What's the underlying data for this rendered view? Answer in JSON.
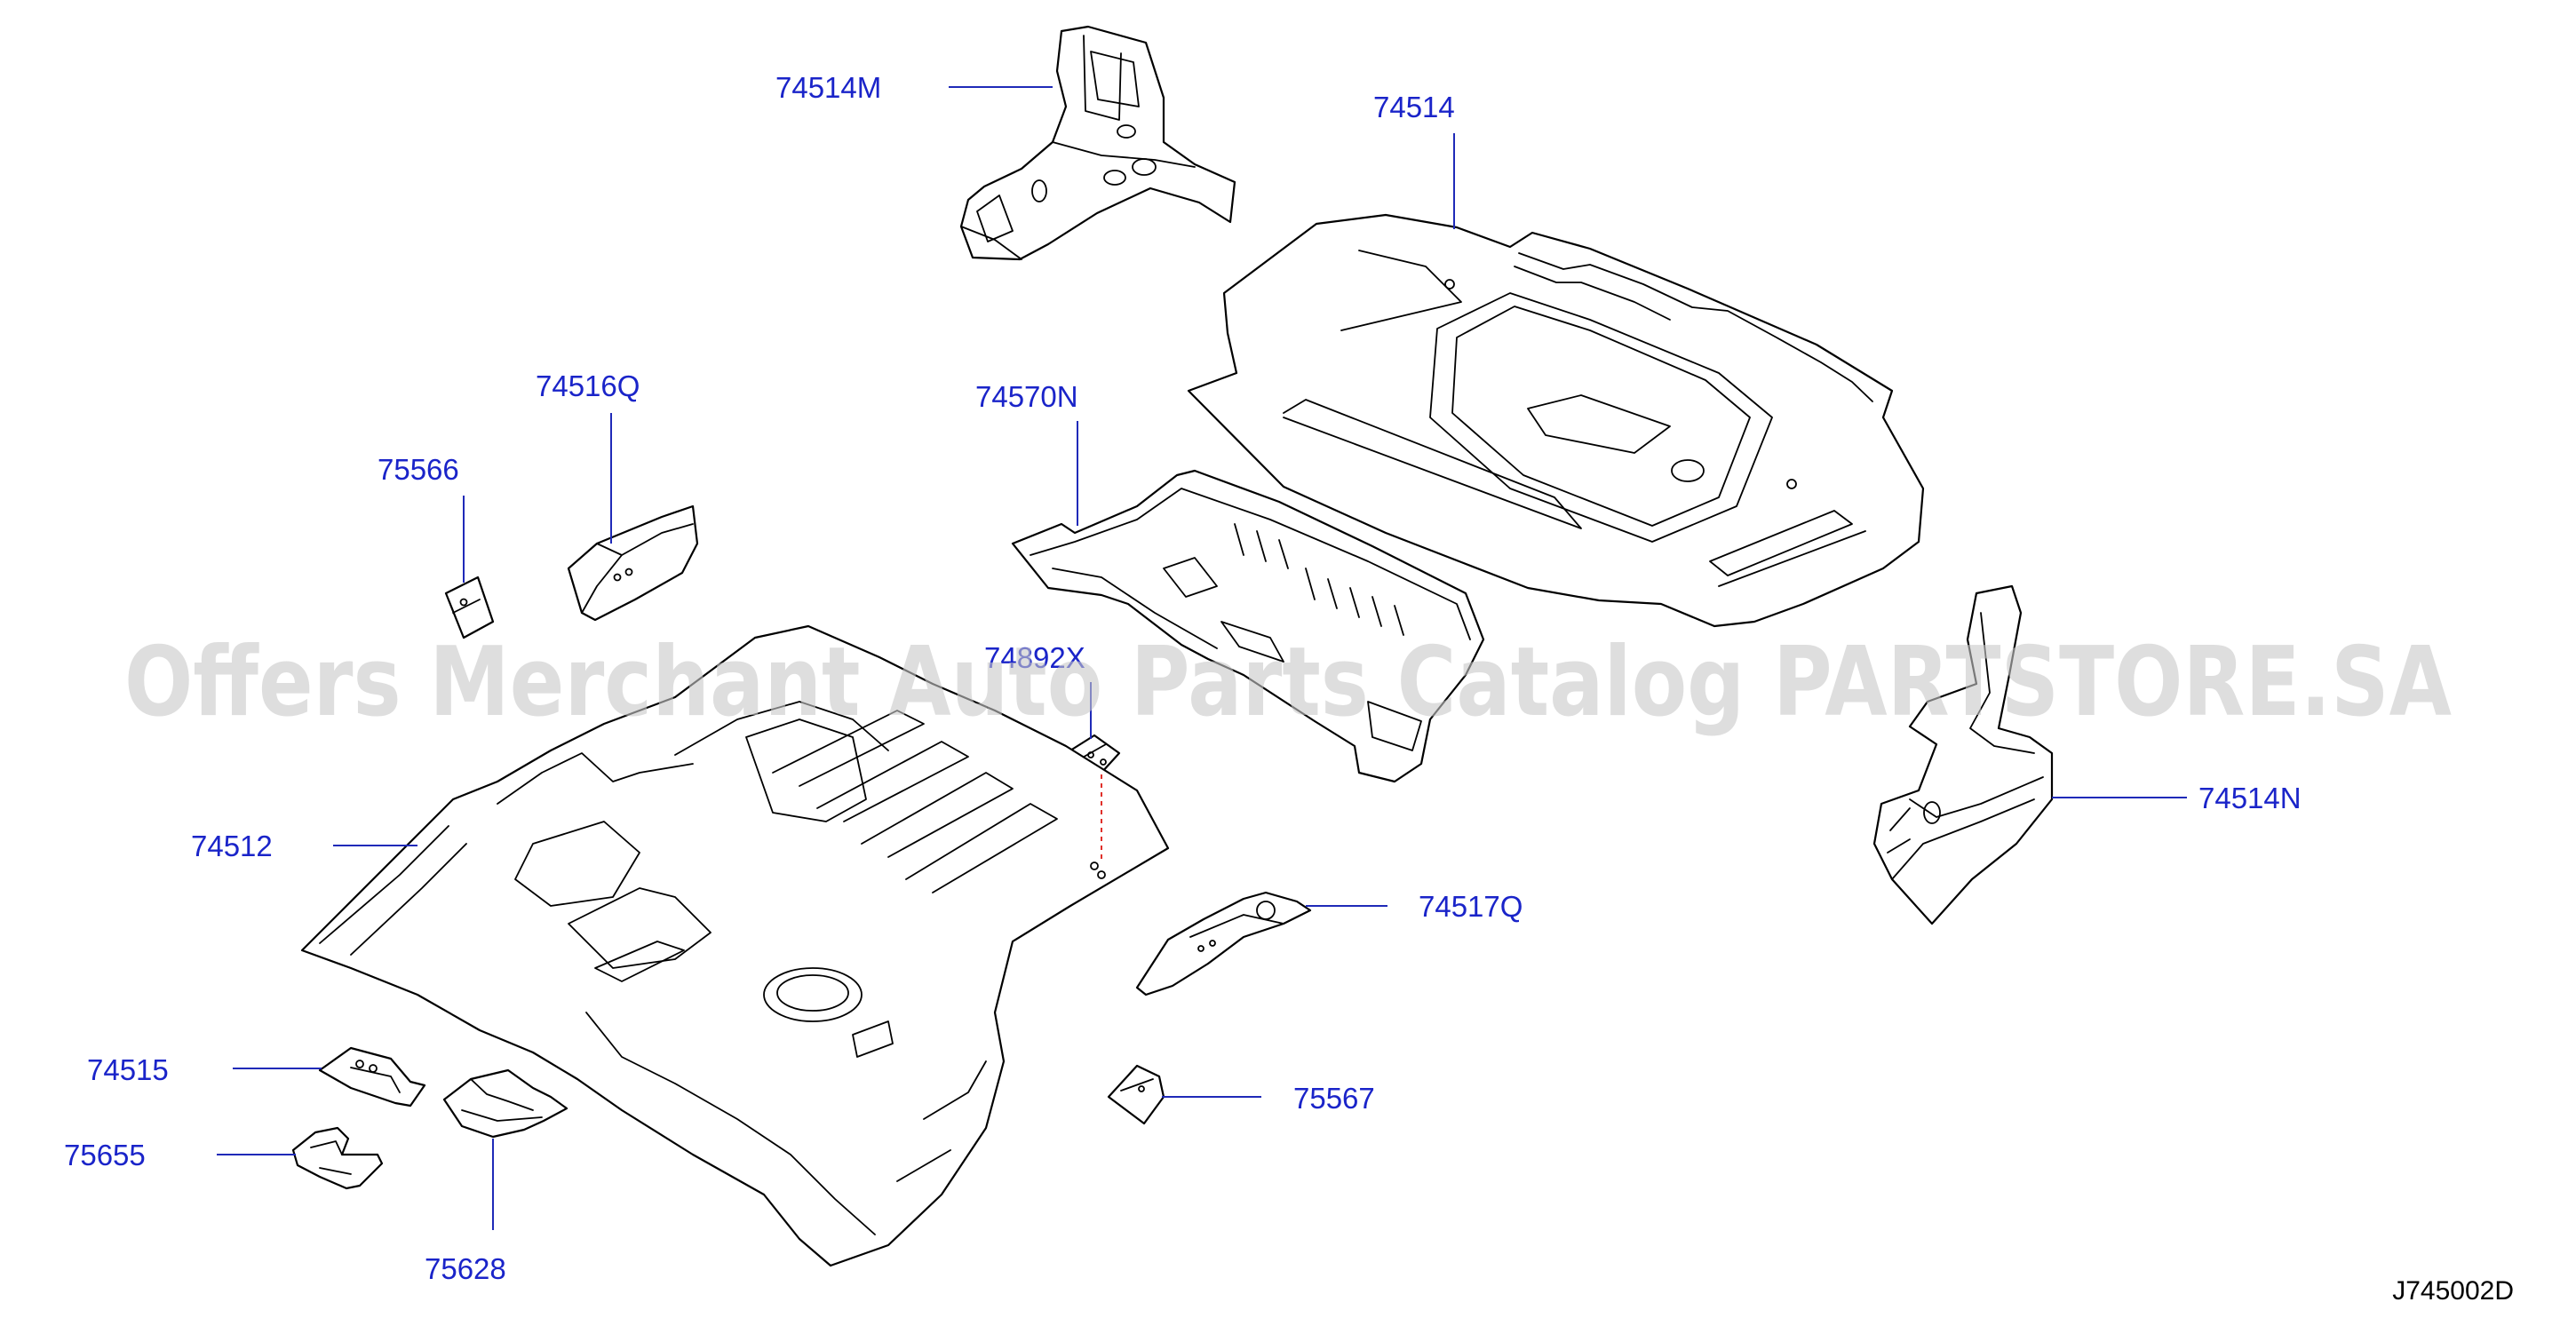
{
  "diagram": {
    "watermark": "Offers Merchant Auto Parts Catalog PARTSTORE.SA",
    "diagram_code": "J745002D",
    "line_color": "#000000",
    "callout_color": "#1a24c9",
    "callouts": {
      "p74514M": "74514M",
      "p74514": "74514",
      "p74516Q": "74516Q",
      "p75566": "75566",
      "p74570N": "74570N",
      "p74892X": "74892X",
      "p74514N": "74514N",
      "p74512": "74512",
      "p74517Q": "74517Q",
      "p74515": "74515",
      "p75655": "75655",
      "p75567": "75567",
      "p75628": "75628"
    }
  }
}
